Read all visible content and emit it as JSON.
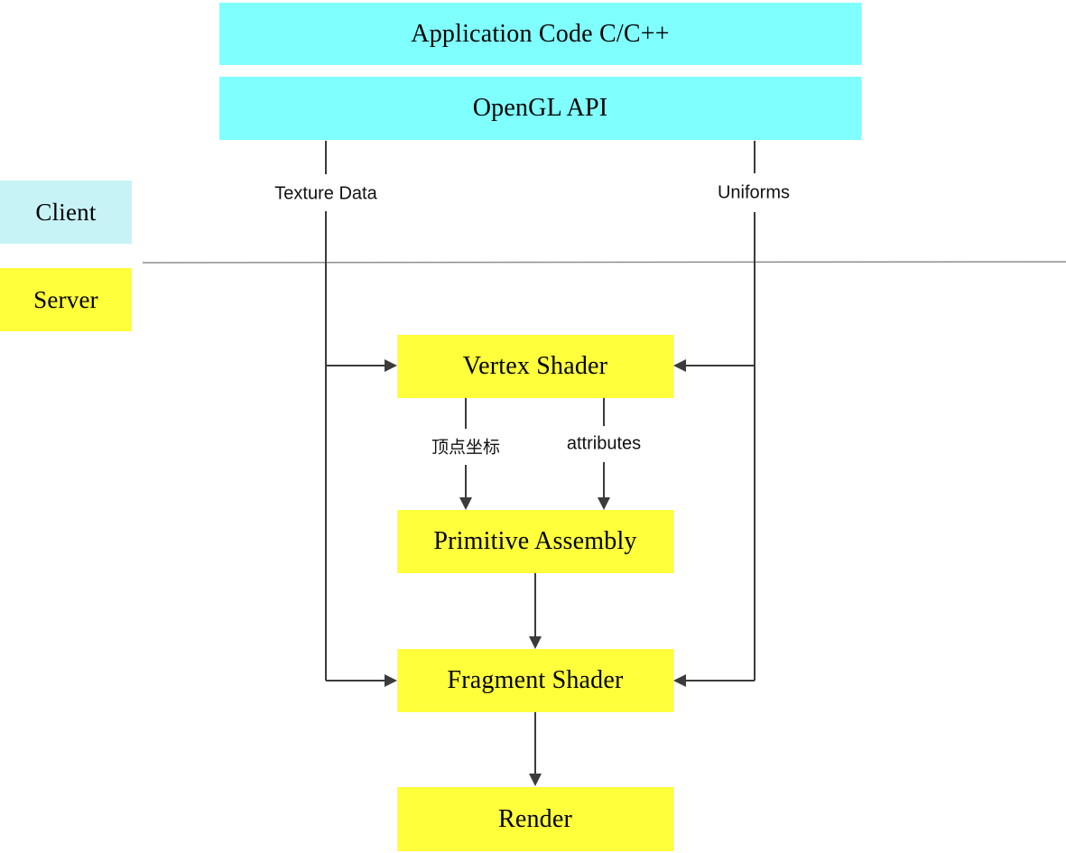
{
  "diagram_title": "OpenGL pipeline client/server diagram",
  "colors": {
    "box_cyan": "#80FFFF",
    "box_light_cyan": "#C7F3F7",
    "box_yellow": "#FFFF3B",
    "connector": "#3B3B3B",
    "divider": "#8F8F8F",
    "text": "#000000"
  },
  "boxes": {
    "app_code": {
      "label": "Application Code C/C++"
    },
    "opengl_api": {
      "label": "OpenGL API"
    },
    "client": {
      "label": "Client"
    },
    "server": {
      "label": "Server"
    },
    "vertex_shader": {
      "label": "Vertex Shader"
    },
    "primitive_assembly": {
      "label": "Primitive Assembly"
    },
    "fragment_shader": {
      "label": "Fragment Shader"
    },
    "render": {
      "label": "Render"
    }
  },
  "connector_labels": {
    "texture_data": "Texture Data",
    "uniforms": "Uniforms",
    "vertex_coords": "顶点坐标",
    "attributes": "attributes"
  },
  "edges": [
    {
      "from": "OpenGL API",
      "to": "Vertex Shader",
      "label": "Texture Data"
    },
    {
      "from": "OpenGL API",
      "to": "Fragment Shader",
      "label": "Texture Data"
    },
    {
      "from": "OpenGL API",
      "to": "Vertex Shader",
      "label": "Uniforms"
    },
    {
      "from": "OpenGL API",
      "to": "Fragment Shader",
      "label": "Uniforms"
    },
    {
      "from": "Vertex Shader",
      "to": "Primitive Assembly",
      "label": "顶点坐标"
    },
    {
      "from": "Vertex Shader",
      "to": "Primitive Assembly",
      "label": "attributes"
    },
    {
      "from": "Primitive Assembly",
      "to": "Fragment Shader",
      "label": ""
    },
    {
      "from": "Fragment Shader",
      "to": "Render",
      "label": ""
    }
  ]
}
